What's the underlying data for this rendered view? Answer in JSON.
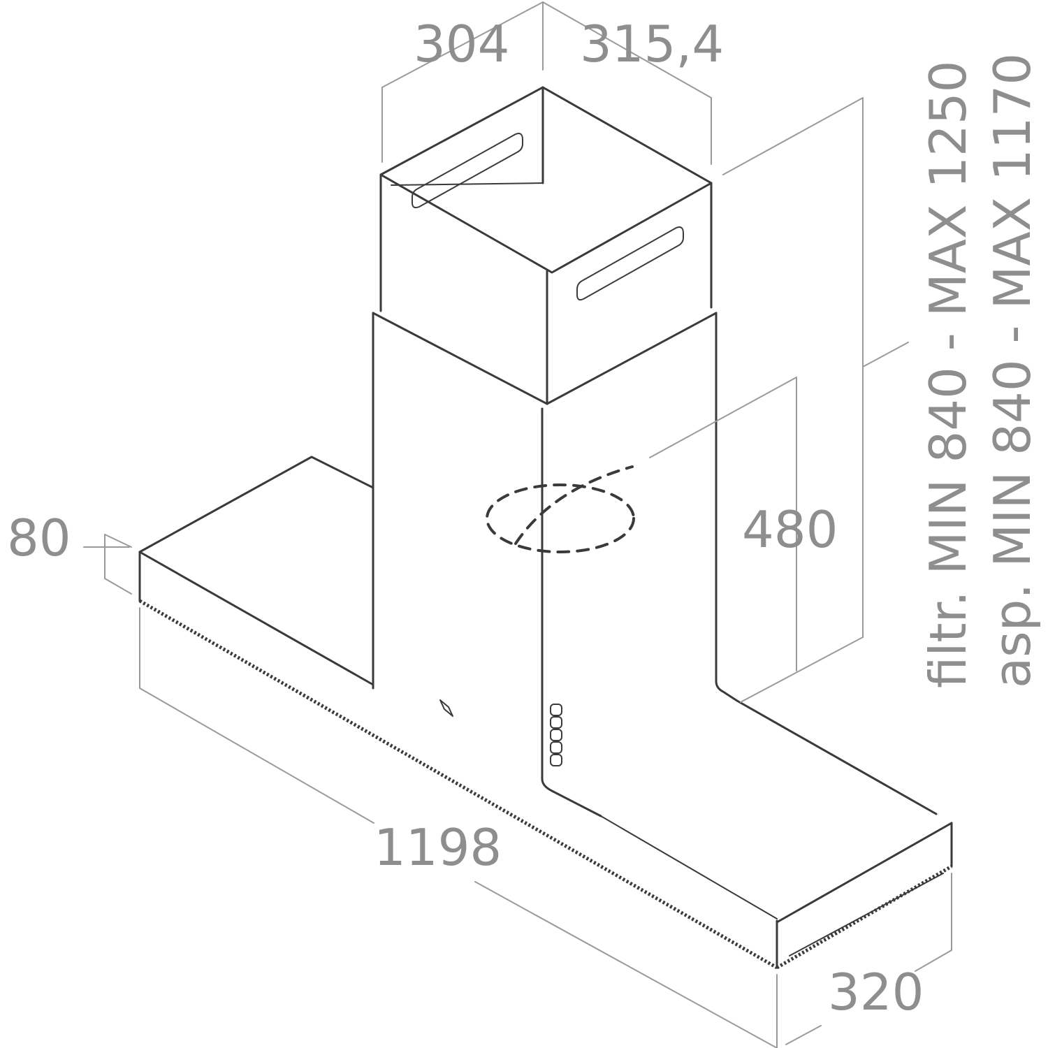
{
  "dimensions": {
    "chimney_depth": "304",
    "chimney_width": "315,4",
    "hood_thickness": "80",
    "lower_chimney_height": "480",
    "hood_width": "1198",
    "hood_depth": "320",
    "height_filter": "filtr. MIN 840 - MAX 1250",
    "height_extraction": "asp. MIN 840 - MAX 1170"
  },
  "colors": {
    "outline": "#3a3a3a",
    "dimension_lines": "#9a9a9a",
    "dimension_text": "#8e8e8e",
    "background": "#ffffff"
  }
}
